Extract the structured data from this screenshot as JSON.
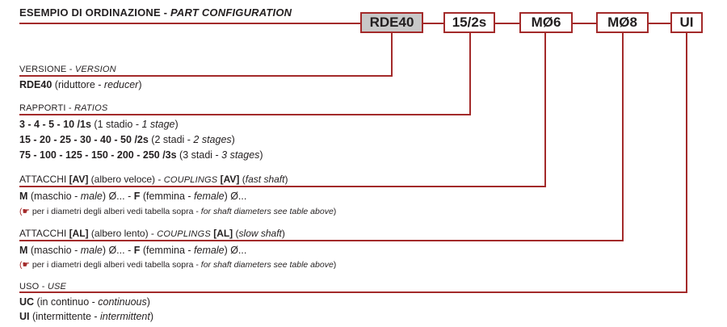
{
  "title": {
    "main": "ESEMPIO DI ORDINAZIONE",
    "sep": " - ",
    "sub": "PART CONFIGURATION"
  },
  "boxes": [
    "RDE40",
    "15/2s",
    "MØ6",
    "MØ8",
    "UI"
  ],
  "colors": {
    "accent": "#a32a2a",
    "box_fill": "#c8c8c8",
    "text": "#231f20"
  },
  "version": {
    "header_it": "VERSIONE",
    "header_en": "VERSION",
    "code": "RDE40",
    "desc_it": "(riduttore - ",
    "desc_en": "reducer",
    "desc_close": ")"
  },
  "ratios": {
    "header_it": "RAPPORTI",
    "header_en": "RATIOS",
    "rows": [
      {
        "values": "3 - 4 - 5 - 10 /1s",
        "desc_it": " (1 stadio - ",
        "desc_en": "1 stage",
        "close": ")"
      },
      {
        "values": "15 - 20 - 25 - 30 - 40 - 50 /2s",
        "desc_it": " (2 stadi - ",
        "desc_en": "2 stages",
        "close": ")"
      },
      {
        "values": "75 - 100 - 125 - 150 - 200 - 250  /3s",
        "desc_it": " (3 stadi - ",
        "desc_en": "3 stages",
        "close": ")"
      }
    ]
  },
  "couplings_fast": {
    "h1": "ATTACCHI ",
    "h2": "[AV]",
    "h3": " (albero veloce) - ",
    "h4": "COUPLINGS",
    "h5": " [AV]",
    "h6": " (",
    "h7": "fast shaft",
    "h8": ")",
    "m_code": "M",
    "m_it": " (maschio - ",
    "m_en": "male",
    "m_sym": ") Ø...",
    "sep": " -  ",
    "f_code": "F",
    "f_it": " (femmina - ",
    "f_en": "female",
    "f_sym": ") Ø...",
    "note_open": "(",
    "note_icon": "☛",
    "note_it": " per i diametri degli alberi vedi tabella sopra - ",
    "note_en": "for shaft diameters see table above",
    "note_close": ")"
  },
  "couplings_slow": {
    "h1": "ATTACCHI ",
    "h2": "[AL]",
    "h3": " (albero lento) - ",
    "h4": "COUPLINGS",
    "h5": " [AL]",
    "h6": " (",
    "h7": "slow shaft",
    "h8": ")",
    "m_code": "M",
    "m_it": " (maschio - ",
    "m_en": "male",
    "m_sym": ") Ø...",
    "sep": " -  ",
    "f_code": "F",
    "f_it": " (femmina - ",
    "f_en": "female",
    "f_sym": ") Ø...",
    "note_open": "(",
    "note_icon": "☛",
    "note_it": " per i diametri degli alberi vedi tabella sopra - ",
    "note_en": "for shaft diameters see table above",
    "note_close": ")"
  },
  "use": {
    "header_it": "USO",
    "header_en": "USE",
    "rows": [
      {
        "code": "UC",
        "desc_it": "  (in continuo - ",
        "desc_en": "continuous",
        "close": ")"
      },
      {
        "code": "UI",
        "desc_it": "   (intermittente - ",
        "desc_en": "intermittent",
        "close": ")"
      }
    ]
  }
}
